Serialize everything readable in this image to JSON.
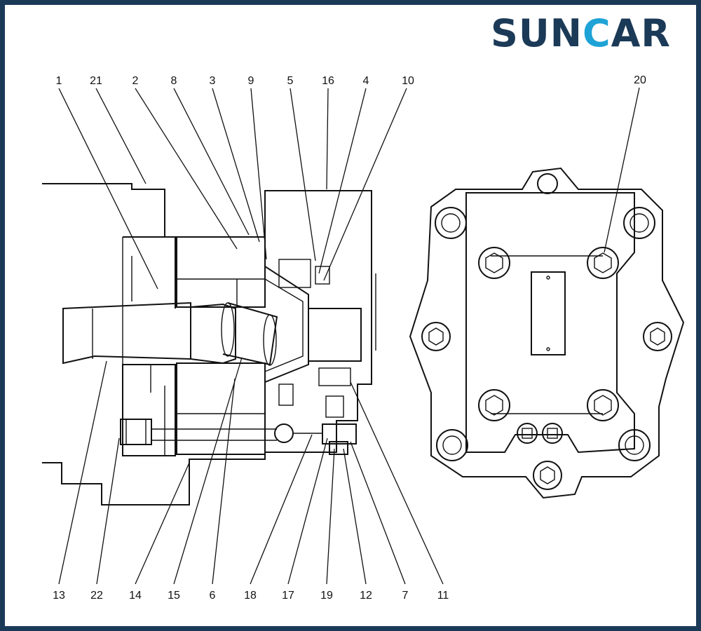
{
  "brand": {
    "part1": "SUN",
    "part2": "C",
    "part3": "AR",
    "dark_color": "#1b3a57",
    "accent_color": "#1fa3d6"
  },
  "callouts_top": [
    "1",
    "21",
    "2",
    "8",
    "3",
    "9",
    "5",
    "16",
    "4",
    "10",
    "20"
  ],
  "callouts_bottom": [
    "13",
    "22",
    "14",
    "15",
    "6",
    "18",
    "17",
    "19",
    "12",
    "7",
    "11"
  ]
}
